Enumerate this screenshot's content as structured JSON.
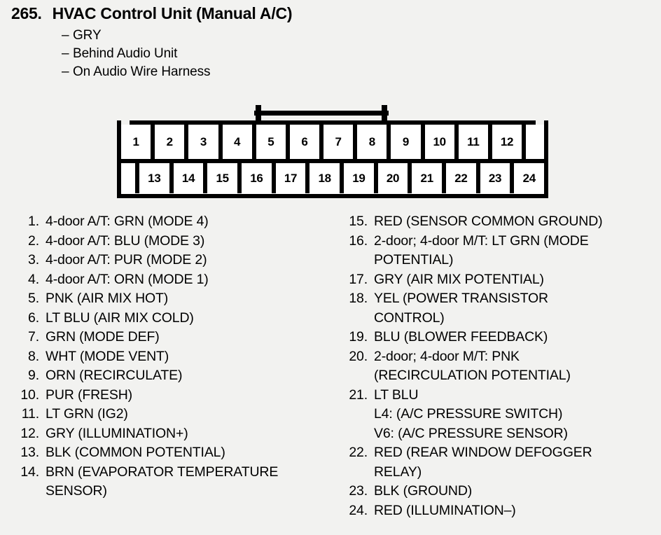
{
  "header": {
    "number": "265.",
    "title": "HVAC Control Unit (Manual A/C)",
    "dash": "–",
    "notes": [
      "GRY",
      "Behind Audio Unit",
      "On Audio Wire Harness"
    ]
  },
  "connector": {
    "top_row": [
      "1",
      "2",
      "3",
      "4",
      "5",
      "6",
      "7",
      "8",
      "9",
      "10",
      "11",
      "12"
    ],
    "bottom_row": [
      "13",
      "14",
      "15",
      "16",
      "17",
      "18",
      "19",
      "20",
      "21",
      "22",
      "23",
      "24"
    ]
  },
  "pins": {
    "left_column": [
      {
        "index": "1.",
        "lines": [
          "4-door A/T: GRN (MODE 4)"
        ]
      },
      {
        "index": "2.",
        "lines": [
          "4-door A/T: BLU (MODE 3)"
        ]
      },
      {
        "index": "3.",
        "lines": [
          "4-door A/T: PUR (MODE 2)"
        ]
      },
      {
        "index": "4.",
        "lines": [
          "4-door A/T: ORN (MODE 1)"
        ]
      },
      {
        "index": "5.",
        "lines": [
          "PNK (AIR MIX HOT)"
        ]
      },
      {
        "index": "6.",
        "lines": [
          "LT BLU (AIR MIX COLD)"
        ]
      },
      {
        "index": "7.",
        "lines": [
          "GRN (MODE DEF)"
        ]
      },
      {
        "index": "8.",
        "lines": [
          "WHT (MODE VENT)"
        ]
      },
      {
        "index": "9.",
        "lines": [
          "ORN (RECIRCULATE)"
        ]
      },
      {
        "index": "10.",
        "lines": [
          "PUR (FRESH)"
        ]
      },
      {
        "index": "11.",
        "lines": [
          "LT GRN (IG2)"
        ]
      },
      {
        "index": "12.",
        "lines": [
          "GRY (ILLUMINATION+)"
        ]
      },
      {
        "index": "13.",
        "lines": [
          "BLK (COMMON POTENTIAL)"
        ]
      },
      {
        "index": "14.",
        "lines": [
          "BRN (EVAPORATOR TEMPERATURE",
          "SENSOR)"
        ]
      }
    ],
    "right_column": [
      {
        "index": "15.",
        "lines": [
          "RED (SENSOR COMMON GROUND)"
        ]
      },
      {
        "index": "16.",
        "lines": [
          "2-door; 4-door M/T: LT GRN (MODE",
          "POTENTIAL)"
        ]
      },
      {
        "index": "17.",
        "lines": [
          "GRY (AIR MIX POTENTIAL)"
        ]
      },
      {
        "index": "18.",
        "lines": [
          "YEL (POWER TRANSISTOR",
          "CONTROL)"
        ]
      },
      {
        "index": "19.",
        "lines": [
          "BLU (BLOWER FEEDBACK)"
        ]
      },
      {
        "index": "20.",
        "lines": [
          "2-door; 4-door M/T: PNK",
          "(RECIRCULATION POTENTIAL)"
        ]
      },
      {
        "index": "21.",
        "lines": [
          "LT BLU",
          "L4: (A/C PRESSURE SWITCH)",
          "V6: (A/C PRESSURE SENSOR)"
        ]
      },
      {
        "index": "22.",
        "lines": [
          "RED (REAR WINDOW DEFOGGER",
          "RELAY)"
        ]
      },
      {
        "index": "23.",
        "lines": [
          "BLK (GROUND)"
        ]
      },
      {
        "index": "24.",
        "lines": [
          "RED (ILLUMINATION–)"
        ]
      }
    ]
  }
}
